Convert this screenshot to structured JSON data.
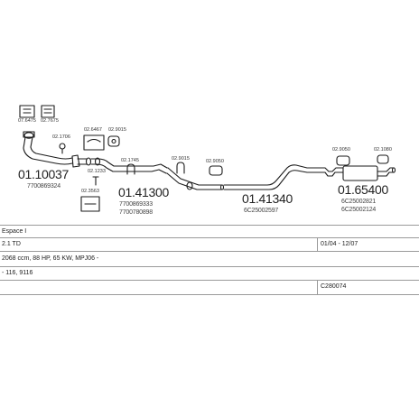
{
  "diagram": {
    "part_codes": {
      "clip_top_left": "07.6475",
      "clip_top_mid": "02.7675",
      "gasket_front": "02.1706",
      "kit_box": "02.6467",
      "hanger_a": "02.9015",
      "bolt_b": "02.1233",
      "mount_kit": "02.3563",
      "clamp_c": "02.1745",
      "hanger_d": "02.9015",
      "hanger_e": "02.9050",
      "hanger_f": "02.9050",
      "hanger_g": "02.1080"
    },
    "sections": [
      {
        "number": "01.10037",
        "ref": "7700869324"
      },
      {
        "number": "01.41300",
        "ref": "7700869333",
        "ref2": "7700780898"
      },
      {
        "number": "01.41340",
        "ref": "6C25002597"
      },
      {
        "number": "01.65400",
        "ref": "6C25002821",
        "ref2": "6C25002124"
      }
    ]
  },
  "info_table": {
    "vehicle": "Espace I",
    "engine": "2.1 TD",
    "date_range": "01/04 - 12/07",
    "specs": "2068 ccm, 88 HP, 65 KW, MPJ06 -",
    "model_codes": "- 116, 9116",
    "catalog_code": "C280074"
  }
}
